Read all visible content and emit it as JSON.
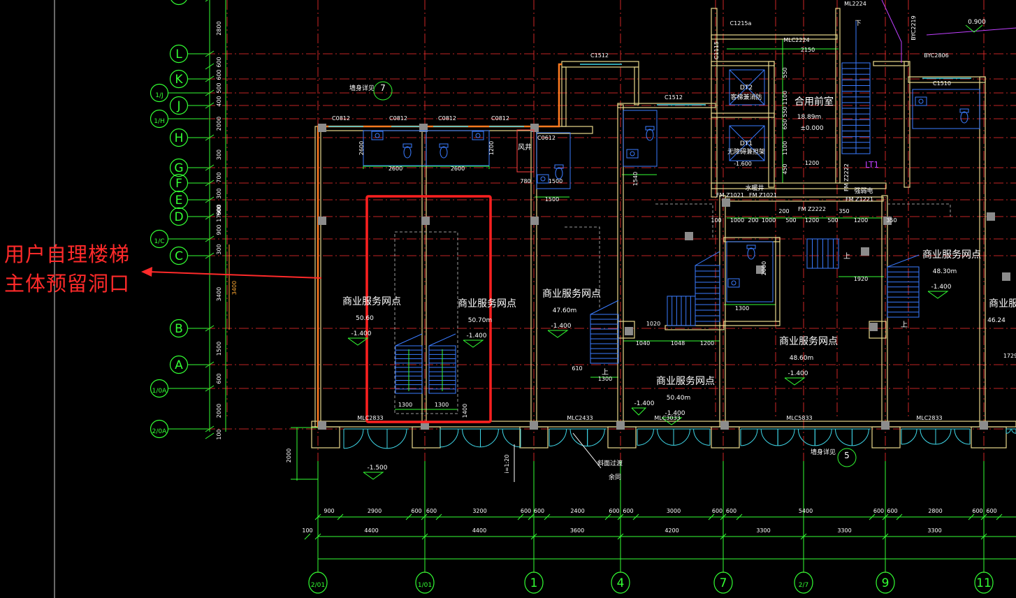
{
  "annotation": {
    "line1": "用户自理楼梯",
    "line2": "主体预留洞口",
    "color": "#ff2a2a"
  },
  "colors": {
    "background": "#000000",
    "wall": "#e8d88c",
    "grid": "#ff3030",
    "dimension": "#33ff33",
    "fixture": "#3a7bff",
    "outline": "#ff7a1f",
    "window": "#3fd7e8",
    "text": "#ffffff",
    "highlight": "#ff2020"
  },
  "row_axes": [
    {
      "label": "L"
    },
    {
      "label": "K"
    },
    {
      "label": "1/J"
    },
    {
      "label": "J"
    },
    {
      "label": "1/H"
    },
    {
      "label": "H"
    },
    {
      "label": "G"
    },
    {
      "label": "F"
    },
    {
      "label": "E"
    },
    {
      "label": "D"
    },
    {
      "label": "1/C"
    },
    {
      "label": "C"
    },
    {
      "label": "B"
    },
    {
      "label": "A"
    },
    {
      "label": "1/0A"
    },
    {
      "label": "2/0A"
    }
  ],
  "column_axes": [
    {
      "label": "2/01"
    },
    {
      "label": "1/01"
    },
    {
      "label": "1"
    },
    {
      "label": "4"
    },
    {
      "label": "7"
    },
    {
      "label": "2/7"
    },
    {
      "label": "9"
    },
    {
      "label": "11"
    }
  ],
  "left_dims": [
    "2800",
    "600",
    "600",
    "500",
    "400",
    "2000",
    "300",
    "700",
    "300",
    "600",
    "900",
    "300",
    "3400",
    "1500",
    "600",
    "2000",
    "100"
  ],
  "left_total": "17900",
  "left_stair_dim": "3400",
  "bottom_dims_1": [
    "900",
    "2900",
    "600",
    "600",
    "3200",
    "600",
    "600",
    "2400",
    "600",
    "600",
    "3000",
    "600",
    "600",
    "5400",
    "600",
    "600",
    "2800",
    "600",
    "600"
  ],
  "bottom_dims_2": [
    "100",
    "4400",
    "4400",
    "3600",
    "4200",
    "3300",
    "3300",
    "3300"
  ],
  "rooms": [
    {
      "name": "商业服务网点",
      "area": "50.60",
      "level": "-1.400"
    },
    {
      "name": "商业服务网点",
      "area": "50.70m",
      "level": "-1.400"
    },
    {
      "name": "商业服务网点",
      "area": "47.60m",
      "level": "-1.400"
    },
    {
      "name": "商业服务网点",
      "area": "48.60m",
      "level": "-1.400"
    },
    {
      "name": "商业服务网点",
      "area": "50.40m",
      "level": "-1.400"
    },
    {
      "name": "商业服务网点",
      "area": "48.30m",
      "level": "-1.400"
    },
    {
      "name": "商业服",
      "area": "46.24",
      "level": ""
    }
  ],
  "labels": {
    "wall_detail_1": "墙身详见",
    "wall_detail_2": "墙身详见",
    "detail_7": "7",
    "detail_5": "5",
    "shared_lobby": "合用前室",
    "shared_lobby_area": "18.89m",
    "shared_lobby_level": "±0.000",
    "dt2": "DT2",
    "dt2_name": "客梯兼消防",
    "dt1": "DT1",
    "dt1_name": "无障碍兼担架",
    "elevator_level": "-1.600",
    "water_well": "水暖井",
    "strong_elec": "强弱电",
    "wind_well": "风井",
    "lt1": "LT1",
    "ramp": "斜面过渡",
    "ramp_2": "余同",
    "up": "上",
    "down": "下",
    "level_outside": "-1.500",
    "slope": "i=1:20",
    "top_level": "0.900",
    "small_level": "-1.400"
  },
  "window_tags": [
    "C1512",
    "C1512",
    "C0812",
    "C0812",
    "C0812",
    "C0812",
    "C0612",
    "C1510",
    "C1215a",
    "C1115"
  ],
  "door_tags": [
    "MLC2833",
    "MLC2433",
    "MLC3033",
    "MLC5833",
    "MLC2833",
    "ML2224",
    "MLC2224",
    "FM Z2222",
    "FM Z2222",
    "FM Z1021",
    "FM Z1021",
    "FM Z1221",
    "BYC2219",
    "BYC2806"
  ],
  "room_dims": [
    "2600",
    "2600",
    "1500",
    "1500",
    "1540",
    "780",
    "2600",
    "1200",
    "1000",
    "200",
    "1000",
    "500",
    "1200",
    "500",
    "1200",
    "350",
    "200",
    "350",
    "100",
    "1920",
    "1300",
    "1040",
    "1048",
    "1200",
    "610",
    "1300",
    "1300",
    "1300",
    "1400",
    "2150",
    "550",
    "1100",
    "650",
    "550",
    "1100",
    "450",
    "1200",
    "2000",
    "1020",
    "1729"
  ]
}
